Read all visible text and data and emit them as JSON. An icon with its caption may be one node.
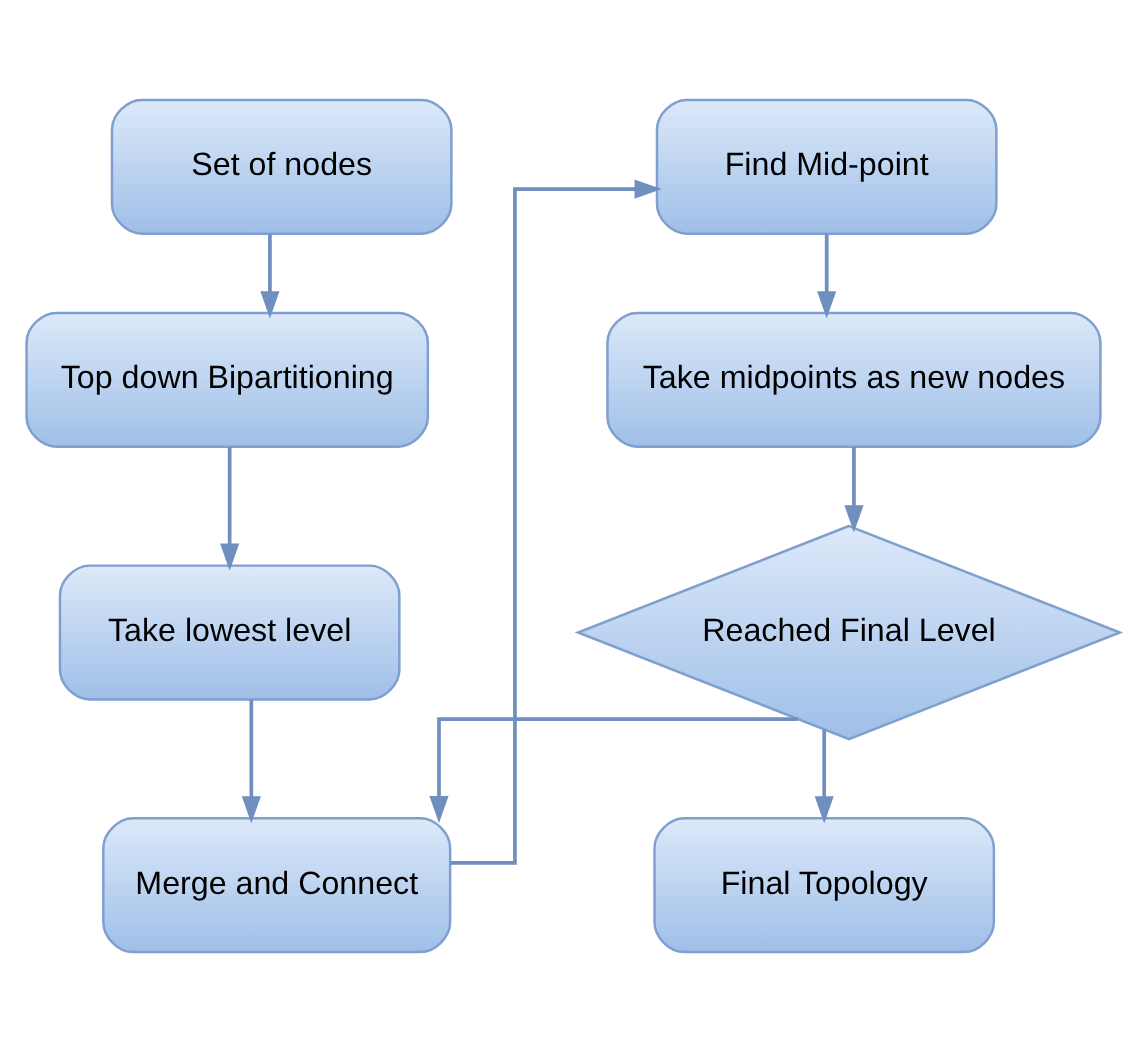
{
  "diagram": {
    "nodes": [
      {
        "text": [
          "Set of nodes"
        ]
      },
      {
        "text": [
          "Top down Bipartitioning"
        ]
      },
      {
        "text": [
          "Take lowest level"
        ]
      },
      {
        "text": [
          "Merge and Connect"
        ]
      },
      {
        "text": [
          "Find Mid-point"
        ]
      },
      {
        "text": [
          "Take midpoints as new nodes"
        ]
      },
      {
        "text": [
          "Reached Final Level"
        ]
      },
      {
        "text": [
          "Final Topology"
        ]
      }
    ],
    "edges": [
      {
        "from": 0,
        "to": 1,
        "arrow": "to"
      },
      {
        "from": 1,
        "to": 2,
        "arrow": "to"
      },
      {
        "from": 2,
        "to": 3,
        "arrow": "to"
      },
      {
        "from": 3,
        "to": 4,
        "arrow": "to"
      },
      {
        "from": 4,
        "to": 5,
        "arrow": "to"
      },
      {
        "from": 5,
        "to": 6,
        "arrow": "to"
      },
      {
        "from": 6,
        "to": 7,
        "arrow": "to"
      },
      {
        "from": 6,
        "to": 3,
        "arrow": "to"
      }
    ]
  }
}
